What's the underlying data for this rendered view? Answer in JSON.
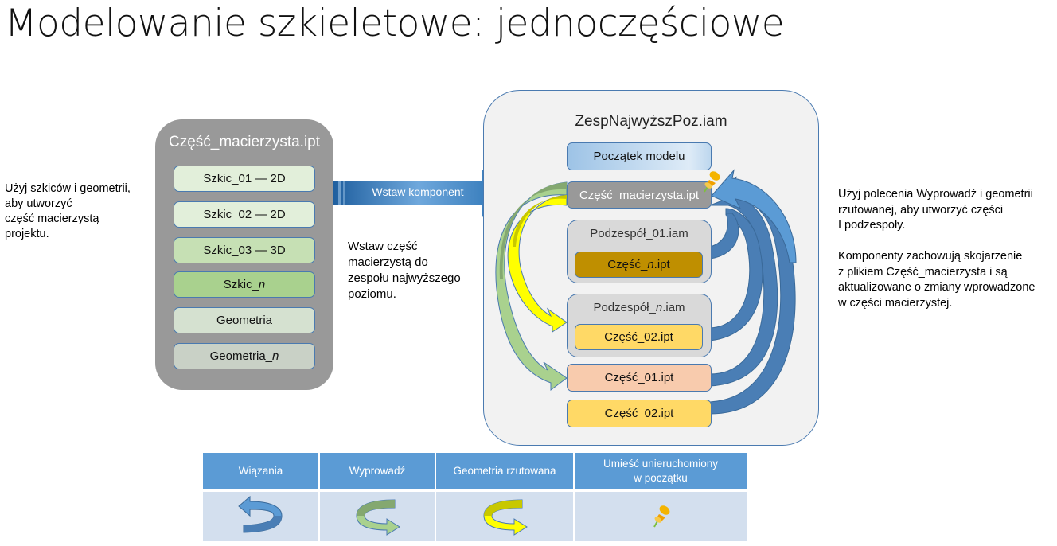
{
  "title": "Modelowanie szkieletowe: jednoczęściowe",
  "notes": {
    "left": "Użyj szkiców i geometrii,\naby utworzyć\nczęść macierzystą\nprojektu.",
    "middle": "Wstaw część\nmacierzystą do\nzespołu najwyższego\npoziomu.",
    "right": "Użyj polecenia Wyprowadź i geometrii\nrzutowanej, aby utworzyć części\nI podzespoły.\n\nKomponenty zachowują skojarzenie\nz plikiem Część_macierzysta i są\naktualizowane o zmiany wprowadzone\nw części macierzystej."
  },
  "master_part": {
    "title": "Część_macierzysta.ipt",
    "items": [
      {
        "label": "Szkic_01 — 2D",
        "color": "#e2efda"
      },
      {
        "label": "Szkic_02 — 2D",
        "color": "#e2efda"
      },
      {
        "label": "Szkic_03 — 3D",
        "color": "#c6e0b4"
      },
      {
        "label_prefix": "Szkic_",
        "label_italic": "n",
        "label_suffix": "",
        "color": "#a9d18e"
      },
      {
        "label": "Geometria",
        "color": "#d5e1d0"
      },
      {
        "label_prefix": "Geometria_",
        "label_italic": "n",
        "label_suffix": "",
        "color": "#c9d1c6"
      }
    ]
  },
  "insert_arrow": {
    "label": "Wstaw komponent",
    "color": "#2e75b6"
  },
  "assembly": {
    "title": "ZespNajwyższPoz.iam",
    "origin": {
      "label": "Początek modelu"
    },
    "master_ref": {
      "label": "Część_macierzysta.ipt",
      "pin": "pushpin-icon"
    },
    "sub1": {
      "title": "Podzespół_01.iam",
      "part_prefix": "Część_",
      "part_italic": "n",
      "part_suffix": ".ipt",
      "part_color": "#bf8f00"
    },
    "subn": {
      "title_prefix": "Podzespół_",
      "title_italic": "n",
      "title_suffix": ".iam",
      "part": "Część_02.ipt",
      "part_color": "#ffd966"
    },
    "part01": {
      "label": "Część_01.ipt",
      "color": "#f8cbad"
    },
    "part02": {
      "label": "Część_02.ipt",
      "color": "#ffd966"
    }
  },
  "legend": {
    "headers": [
      "Wiązania",
      "Wyprowadź",
      "Geometria rzutowana",
      "Umieść unieruchomiony\nw początku"
    ],
    "icons": [
      "constraint-arrow-icon",
      "derive-arrow-icon",
      "projected-geometry-arrow-icon",
      "pushpin-icon"
    ]
  },
  "colors": {
    "constraint": "#5b9bd5",
    "derive": "#a9d18e",
    "projected": "#ffff00",
    "legend_header": "#5b9bd5",
    "legend_cell": "#d3dfee"
  }
}
